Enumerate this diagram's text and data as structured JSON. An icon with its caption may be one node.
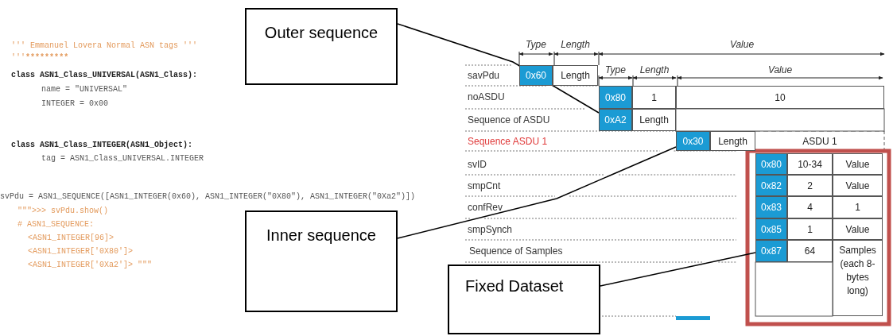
{
  "diagram": {
    "nodes": [
      {
        "text": [
          "Outer sequence"
        ]
      },
      {
        "text": [
          "Inner sequence"
        ]
      },
      {
        "text": [
          "Fixed Dataset"
        ]
      },
      {
        "text": [
          "0xA2"
        ]
      },
      {
        "text": [
          "0x30"
        ]
      },
      {
        "text": [
          "0x87"
        ]
      }
    ],
    "edges": [
      {
        "from": 0,
        "to": 3,
        "arrow": "none"
      },
      {
        "from": 1,
        "to": 4,
        "arrow": "none"
      },
      {
        "from": 2,
        "to": 5,
        "arrow": "none"
      }
    ],
    "labels": [
      "''' Emmanuel Lovera Normal ASN tags '''",
      "'''*********************************************",
      "class ASN1_Class_UNIVERSAL(ASN1_Class):",
      "name = \"UNIVERSAL\"",
      "INTEGER = 0x00",
      "class ASN1_Class_INTEGER(ASN1_Object):",
      "tag = ASN1_Class_UNIVERSAL.INTEGER",
      "svPdu = ASN1_SEQUENCE([ASN1_INTEGER(0x60), ASN1_INTEGER(\"0X80\"), ASN1_INTEGER(\"0Xa2\")])",
      "\"\"\">>> svPdu.show()",
      "# ASN1_SEQUENCE:",
      "<ASN1_INTEGER[96]>",
      "<ASN1_INTEGER['0X80']>",
      "<ASN1_INTEGER['0Xa2']> \"\"\"",
      "Type",
      "Length",
      "Value",
      "savPdu",
      "0x60",
      "Length",
      "Type",
      "Length",
      "Value",
      "noASDU",
      "0x80",
      "1",
      "10",
      "Sequence of ASDU",
      "Length",
      "Sequence ASDU 1",
      "Length",
      "ASDU 1",
      "svID",
      "0x80",
      "10-34",
      "Value",
      "smpCnt",
      "0x82",
      "2",
      "Value",
      "confRev",
      "0x83",
      "4",
      "1",
      "smpSynch",
      "0x85",
      "1",
      "Value",
      "Sequence of Samples",
      "64",
      "Samples (each 8-bytes long)"
    ]
  }
}
